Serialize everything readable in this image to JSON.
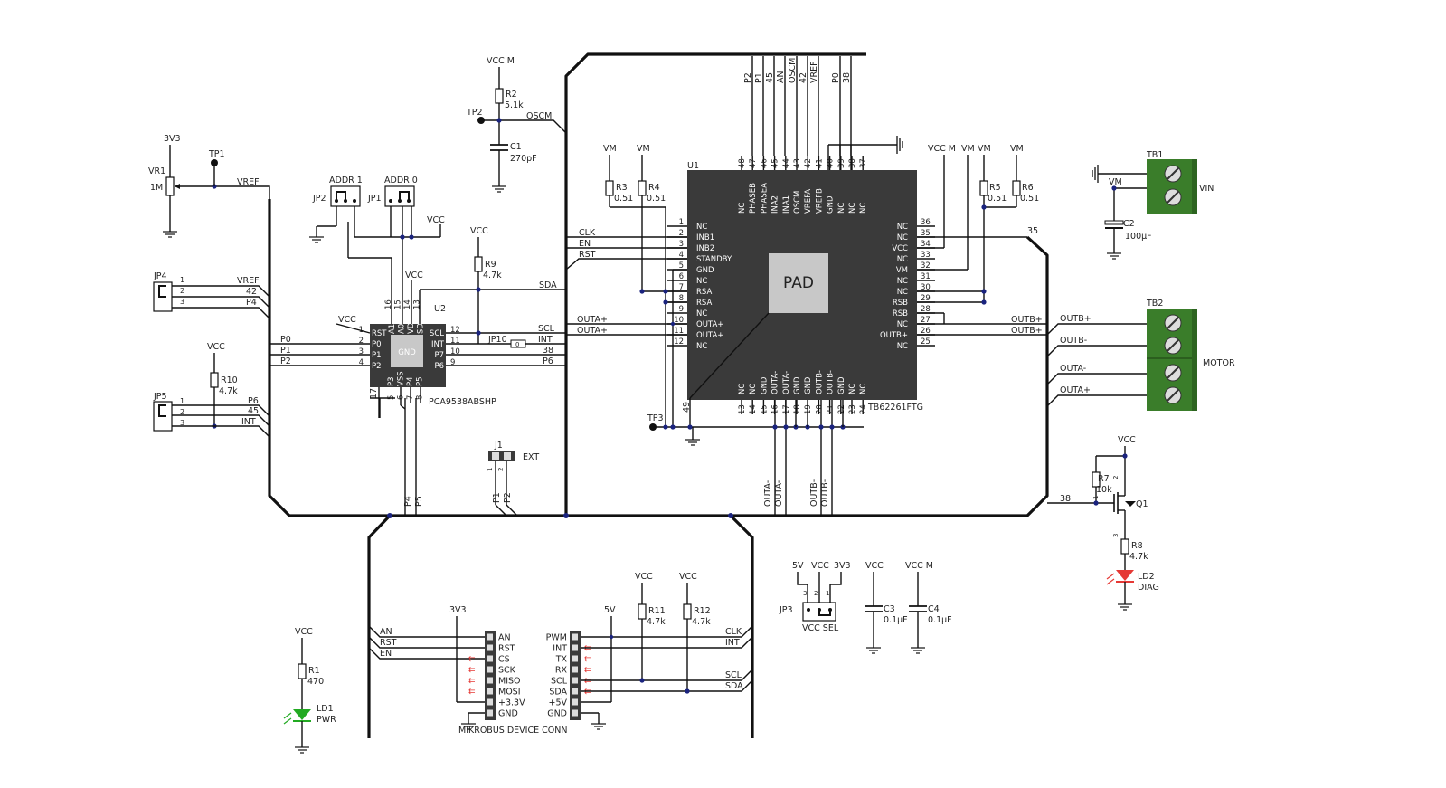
{
  "colors": {
    "ic": "#3a3a3a",
    "pad": "#c8c8c8",
    "terminal": "#3a7d2a",
    "led_green": "#22aa22",
    "led_red": "#e53935",
    "junction": "#1a237e"
  },
  "u1": {
    "ref": "U1",
    "part": "TB62261FTG",
    "pad": "PAD",
    "left_pins": [
      [
        "1",
        "NC"
      ],
      [
        "2",
        "INB1"
      ],
      [
        "3",
        "INB2"
      ],
      [
        "4",
        "STANDBY"
      ],
      [
        "5",
        "GND"
      ],
      [
        "6",
        "NC"
      ],
      [
        "7",
        "RSA"
      ],
      [
        "8",
        "RSA"
      ],
      [
        "9",
        "NC"
      ],
      [
        "10",
        "OUTA+"
      ],
      [
        "11",
        "OUTA+"
      ],
      [
        "12",
        "NC"
      ]
    ],
    "right_pins": [
      [
        "36",
        "NC"
      ],
      [
        "35",
        "NC"
      ],
      [
        "34",
        "VCC"
      ],
      [
        "33",
        "NC"
      ],
      [
        "32",
        "VM"
      ],
      [
        "31",
        "NC"
      ],
      [
        "30",
        "NC"
      ],
      [
        "29",
        "RSB"
      ],
      [
        "28",
        "RSB"
      ],
      [
        "27",
        "NC"
      ],
      [
        "26",
        "OUTB+"
      ],
      [
        "25",
        "NC"
      ]
    ],
    "top_pins": [
      [
        "48",
        "NC"
      ],
      [
        "47",
        "PHASEB"
      ],
      [
        "46",
        "PHASEA"
      ],
      [
        "45",
        "INA2"
      ],
      [
        "44",
        "INA1"
      ],
      [
        "43",
        "OSCM"
      ],
      [
        "42",
        "VREFA"
      ],
      [
        "41",
        "VREFB"
      ],
      [
        "40",
        "GND"
      ],
      [
        "39",
        "NC"
      ],
      [
        "38",
        "NC"
      ],
      [
        "37",
        "NC"
      ]
    ],
    "bottom_pins": [
      [
        "13",
        "NC"
      ],
      [
        "14",
        "NC"
      ],
      [
        "15",
        "GND"
      ],
      [
        "16",
        "OUTA-"
      ],
      [
        "17",
        "OUTA-"
      ],
      [
        "18",
        "GND"
      ],
      [
        "19",
        "GND"
      ],
      [
        "20",
        "OUTB-"
      ],
      [
        "21",
        "OUTB-"
      ],
      [
        "22",
        "GND"
      ],
      [
        "23",
        "NC"
      ],
      [
        "24",
        "NC"
      ]
    ],
    "top_nets": [
      "P2",
      "P1",
      "45",
      "AN",
      "OSCM",
      "42",
      "VREF",
      "P0",
      "38"
    ],
    "pin49": "49"
  },
  "u2": {
    "ref": "U2",
    "part": "PCA9538ABSHP",
    "pad": "GND",
    "left_pins": [
      [
        "1",
        "RST"
      ],
      [
        "2",
        "P0"
      ],
      [
        "3",
        "P1"
      ],
      [
        "4",
        "P2"
      ]
    ],
    "right_pins": [
      [
        "12",
        "SCL"
      ],
      [
        "11",
        "INT"
      ],
      [
        "10",
        "P7"
      ],
      [
        "9",
        "P6"
      ]
    ],
    "top_pins": [
      [
        "16",
        "A1"
      ],
      [
        "15",
        "A0"
      ],
      [
        "14",
        "VDD"
      ],
      [
        "13",
        "SDA"
      ]
    ],
    "bottom_pins": [
      [
        "5",
        "P3"
      ],
      [
        "6",
        "VSS"
      ],
      [
        "7",
        "P4"
      ],
      [
        "8",
        "P5"
      ]
    ],
    "pin17": "17"
  },
  "nets": {
    "vcc": "VCC",
    "vccm": "VCC M",
    "vm": "VM",
    "v33": "3V3",
    "v5": "5V",
    "vref": "VREF",
    "oscm": "OSCM",
    "sda": "SDA",
    "scl": "SCL",
    "int": "INT",
    "clk": "CLK",
    "en": "EN",
    "rst": "RST",
    "an": "AN",
    "p0": "P0",
    "p1": "P1",
    "p2": "P2",
    "p4": "P4",
    "p5": "P5",
    "p6": "P6",
    "n38": "38",
    "n42": "42",
    "n45": "45",
    "n35": "35",
    "outa_p": "OUTA+",
    "outa_m": "OUTA-",
    "outb_p": "OUTB+",
    "outb_m": "OUTB-"
  },
  "components": {
    "r2": {
      "ref": "R2",
      "val": "5.1k"
    },
    "c1": {
      "ref": "C1",
      "val": "270pF"
    },
    "tp1": "TP1",
    "tp2": "TP2",
    "tp3": "TP3",
    "vr1": {
      "ref": "VR1",
      "val": "1M"
    },
    "jp2": "JP2",
    "jp1": "JP1",
    "addr1": "ADDR 1",
    "addr0": "ADDR 0",
    "r9": {
      "ref": "R9",
      "val": "4.7k"
    },
    "r10": {
      "ref": "R10",
      "val": "4.7k"
    },
    "jp4": "JP4",
    "jp5": "JP5",
    "jp10": "JP10",
    "jp10_val": "0",
    "r3": {
      "ref": "R3",
      "val": "0.51"
    },
    "r4": {
      "ref": "R4",
      "val": "0.51"
    },
    "r5": {
      "ref": "R5",
      "val": "0.51"
    },
    "r6": {
      "ref": "R6",
      "val": "0.51"
    },
    "tb1": "TB1",
    "tb1_label": "VIN",
    "tb2": "TB2",
    "tb2_label": "MOTOR",
    "c2": {
      "ref": "C2",
      "val": "100µF"
    },
    "j1": "J1",
    "ext": "EXT",
    "r7": {
      "ref": "R7",
      "val": "10k"
    },
    "q1": "Q1",
    "r8": {
      "ref": "R8",
      "val": "4.7k"
    },
    "ld2": {
      "ref": "LD2",
      "val": "DIAG"
    },
    "r1": {
      "ref": "R1",
      "val": "470"
    },
    "ld1": {
      "ref": "LD1",
      "val": "PWR"
    },
    "r11": {
      "ref": "R11",
      "val": "4.7k"
    },
    "r12": {
      "ref": "R12",
      "val": "4.7k"
    },
    "jp3": "JP3",
    "vcc_sel": "VCC SEL",
    "c3": {
      "ref": "C3",
      "val": "0.1µF"
    },
    "c4": {
      "ref": "C4",
      "val": "0.1µF"
    }
  },
  "mikrobus": {
    "title": "MIKROBUS DEVICE CONN",
    "left": [
      "AN",
      "RST",
      "CS",
      "SCK",
      "MISO",
      "MOSI",
      "+3.3V",
      "GND"
    ],
    "right": [
      "PWM",
      "INT",
      "TX",
      "RX",
      "SCL",
      "SDA",
      "+5V",
      "GND"
    ]
  },
  "pin_nums": {
    "one": "1",
    "two": "2",
    "three": "3"
  }
}
